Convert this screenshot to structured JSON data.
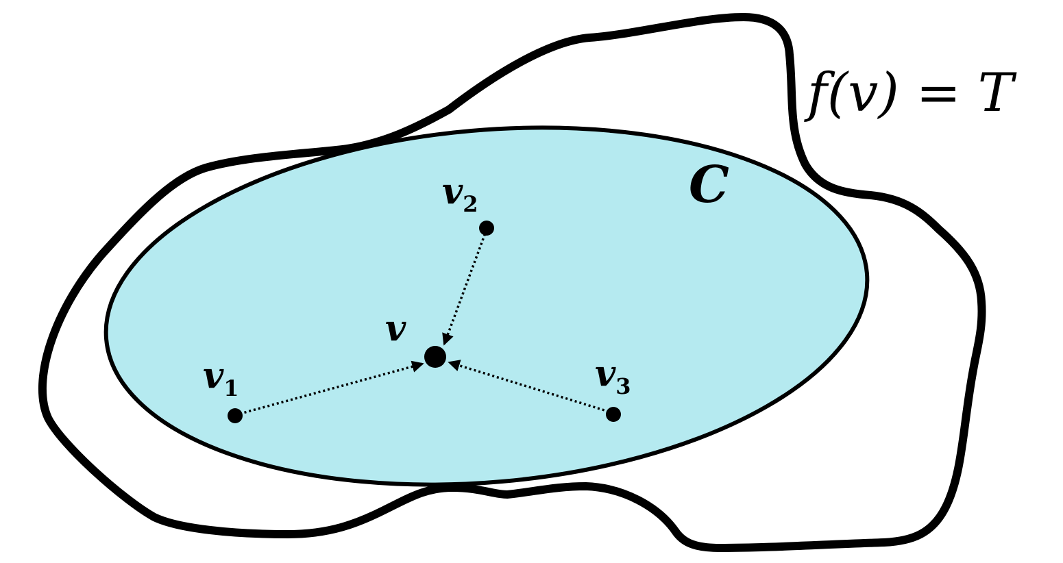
{
  "diagram": {
    "labels": {
      "mapping": "f(v) = T",
      "region": "C",
      "center_vertex": "v",
      "vertex_1": {
        "base": "v",
        "sub": "1"
      },
      "vertex_2": {
        "base": "v",
        "sub": "2"
      },
      "vertex_3": {
        "base": "v",
        "sub": "3"
      }
    },
    "colors": {
      "region_fill": "#b5eaf0",
      "outline": "#000000",
      "background": "#ffffff"
    }
  }
}
